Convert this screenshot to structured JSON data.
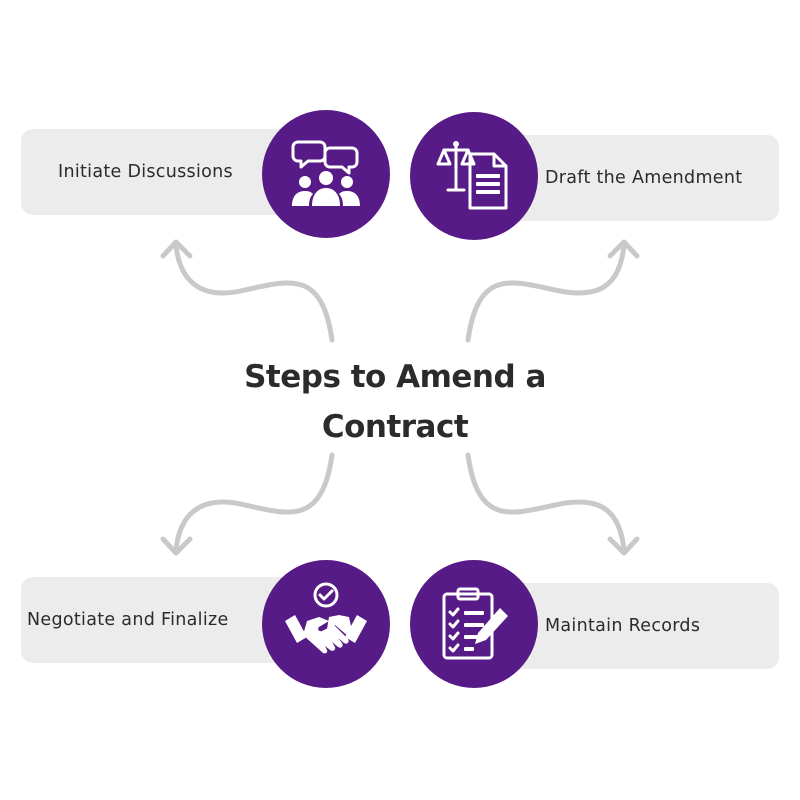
{
  "title": "Steps to Amend a Contract",
  "colors": {
    "accent": "#561b87",
    "pill": "#ececec",
    "arrow": "#c9c9c9",
    "text": "#2b2b2b"
  },
  "steps": [
    {
      "label": "Initiate Discussions",
      "icon": "discussion-group-icon"
    },
    {
      "label": "Draft the Amendment",
      "icon": "legal-document-scales-icon"
    },
    {
      "label": "Negotiate and Finalize",
      "icon": "handshake-check-icon"
    },
    {
      "label": "Maintain Records",
      "icon": "clipboard-checklist-pencil-icon"
    }
  ]
}
